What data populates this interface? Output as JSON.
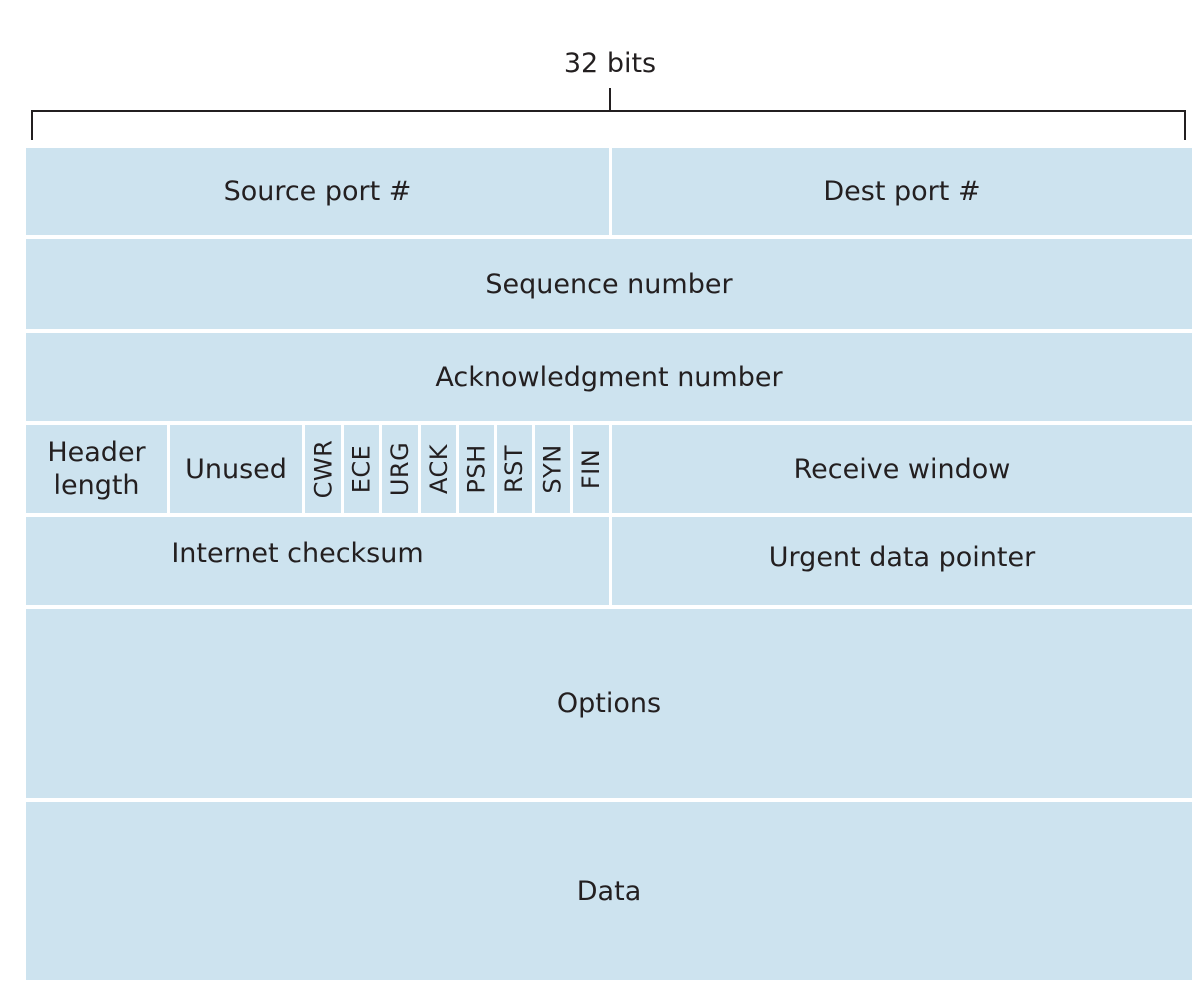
{
  "header": {
    "width_label": "32 bits"
  },
  "rows": {
    "ports": {
      "source": "Source port #",
      "dest": "Dest port #"
    },
    "sequence": "Sequence number",
    "acknowledgment": "Acknowledgment number",
    "control": {
      "header_length": "Header\nlength",
      "unused": "Unused",
      "flags": [
        "CWR",
        "ECE",
        "URG",
        "ACK",
        "PSH",
        "RST",
        "SYN",
        "FIN"
      ],
      "receive_window": "Receive window"
    },
    "checksum": {
      "internet_checksum": "Internet checksum",
      "urgent_pointer": "Urgent data pointer"
    },
    "options": "Options",
    "data": "Data"
  },
  "colors": {
    "field_fill": "#cde3ef",
    "line": "#231f20",
    "background": "#ffffff"
  }
}
